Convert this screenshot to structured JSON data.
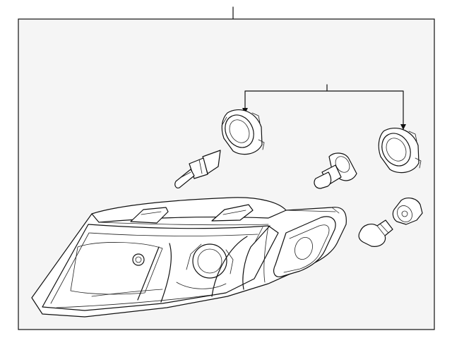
{
  "diagram": {
    "background_color": "#ffffff",
    "frame_fill": "#f5f5f5",
    "line_color": "#111111",
    "parts": [
      "headlamp-assembly",
      "left-bulb-socket",
      "left-bulb",
      "center-bulb",
      "right-bulb-socket",
      "side-marker-socket",
      "side-marker-bulb"
    ]
  }
}
